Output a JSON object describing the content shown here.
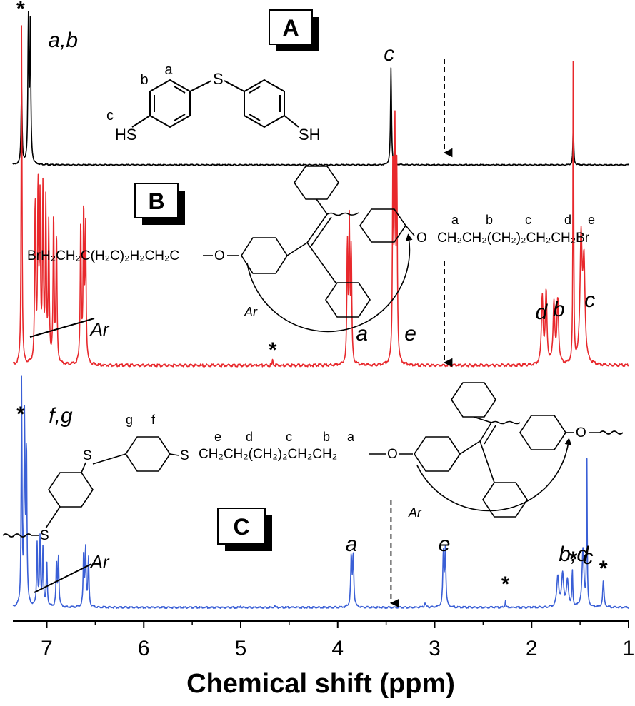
{
  "chart_data": {
    "type": "line",
    "xlabel": "Chemical shift (ppm)",
    "xlim": [
      7.35,
      1.0
    ],
    "x_reversed": true,
    "x_ticks": [
      "7",
      "6",
      "5",
      "4",
      "3",
      "2",
      "1"
    ],
    "x_tick_values": [
      7,
      6,
      5,
      4,
      3,
      2,
      1
    ],
    "grid": false,
    "series": [
      {
        "name": "A",
        "color": "#000000",
        "peaks": [
          {
            "ppm": 7.26,
            "height": 0.55,
            "width": 0.006
          },
          {
            "ppm": 7.19,
            "height": 1.0,
            "width": 0.006
          },
          {
            "ppm": 7.17,
            "height": 0.96,
            "width": 0.006
          },
          {
            "ppm": 3.45,
            "height": 0.68,
            "width": 0.006
          },
          {
            "ppm": 1.57,
            "height": 0.27,
            "width": 0.005
          }
        ],
        "peak_labels": [
          {
            "ppm": 7.27,
            "text": "*",
            "kind": "star"
          },
          {
            "ppm": 7.06,
            "text": "a,b",
            "kind": "italic"
          },
          {
            "ppm": 3.47,
            "text": "c",
            "kind": "italic"
          }
        ],
        "structure_labels": [
          "a",
          "b",
          "c",
          "HS",
          "S",
          "SH"
        ]
      },
      {
        "name": "B",
        "color": "#e8282c",
        "peaks": [
          {
            "ppm": 7.26,
            "height": 1.0,
            "width": 0.005
          },
          {
            "ppm": 7.12,
            "height": 0.48,
            "width": 0.006
          },
          {
            "ppm": 7.09,
            "height": 0.52,
            "width": 0.006
          },
          {
            "ppm": 7.07,
            "height": 0.45,
            "width": 0.006
          },
          {
            "ppm": 7.04,
            "height": 0.5,
            "width": 0.006
          },
          {
            "ppm": 7.01,
            "height": 0.46,
            "width": 0.006
          },
          {
            "ppm": 6.98,
            "height": 0.4,
            "width": 0.006
          },
          {
            "ppm": 6.93,
            "height": 0.44,
            "width": 0.006
          },
          {
            "ppm": 6.9,
            "height": 0.38,
            "width": 0.006
          },
          {
            "ppm": 6.65,
            "height": 0.42,
            "width": 0.006
          },
          {
            "ppm": 6.62,
            "height": 0.45,
            "width": 0.006
          },
          {
            "ppm": 6.6,
            "height": 0.4,
            "width": 0.006
          },
          {
            "ppm": 4.67,
            "height": 0.02,
            "width": 0.004
          },
          {
            "ppm": 3.9,
            "height": 0.35,
            "width": 0.006
          },
          {
            "ppm": 3.88,
            "height": 0.4,
            "width": 0.006
          },
          {
            "ppm": 3.86,
            "height": 0.33,
            "width": 0.006
          },
          {
            "ppm": 3.43,
            "height": 0.6,
            "width": 0.006
          },
          {
            "ppm": 3.41,
            "height": 0.66,
            "width": 0.006
          },
          {
            "ppm": 3.39,
            "height": 0.55,
            "width": 0.006
          },
          {
            "ppm": 1.89,
            "height": 0.2,
            "width": 0.01
          },
          {
            "ppm": 1.85,
            "height": 0.21,
            "width": 0.01
          },
          {
            "ppm": 1.77,
            "height": 0.18,
            "width": 0.01
          },
          {
            "ppm": 1.73,
            "height": 0.19,
            "width": 0.01
          },
          {
            "ppm": 1.57,
            "height": 1.0,
            "width": 0.004
          },
          {
            "ppm": 1.49,
            "height": 0.36,
            "width": 0.013
          },
          {
            "ppm": 1.46,
            "height": 0.28,
            "width": 0.013
          }
        ],
        "peak_labels": [
          {
            "ppm": 4.67,
            "text": "*",
            "kind": "star"
          },
          {
            "ppm": 3.75,
            "text": "a",
            "kind": "italic"
          },
          {
            "ppm": 3.25,
            "text": "e",
            "kind": "italic"
          },
          {
            "ppm": 1.9,
            "text": "d",
            "kind": "italic"
          },
          {
            "ppm": 1.72,
            "text": "b",
            "kind": "italic"
          },
          {
            "ppm": 1.4,
            "text": "c",
            "kind": "italic"
          },
          {
            "ppm": 6.55,
            "text": "Ar",
            "kind": "italic"
          }
        ],
        "structure_labels": [
          "BrH₂CH₂C(H₂C)₂H₂CH₂C",
          "O",
          "O",
          "CH₂CH₂(CH₂)₂CH₂CH₂Br",
          "a",
          "b",
          "c",
          "d",
          "e",
          "Ar"
        ]
      },
      {
        "name": "C",
        "color": "#3a5fd6",
        "peaks": [
          {
            "ppm": 7.26,
            "height": 1.0,
            "width": 0.005
          },
          {
            "ppm": 7.23,
            "height": 0.82,
            "width": 0.006
          },
          {
            "ppm": 7.21,
            "height": 0.7,
            "width": 0.006
          },
          {
            "ppm": 7.1,
            "height": 0.28,
            "width": 0.006
          },
          {
            "ppm": 7.07,
            "height": 0.3,
            "width": 0.006
          },
          {
            "ppm": 7.04,
            "height": 0.26,
            "width": 0.006
          },
          {
            "ppm": 7.0,
            "height": 0.2,
            "width": 0.006
          },
          {
            "ppm": 6.9,
            "height": 0.2,
            "width": 0.006
          },
          {
            "ppm": 6.88,
            "height": 0.22,
            "width": 0.006
          },
          {
            "ppm": 6.62,
            "height": 0.24,
            "width": 0.006
          },
          {
            "ppm": 6.6,
            "height": 0.26,
            "width": 0.006
          },
          {
            "ppm": 6.57,
            "height": 0.22,
            "width": 0.006
          },
          {
            "ppm": 5.0,
            "height": 0.01,
            "width": 0.004
          },
          {
            "ppm": 4.65,
            "height": 0.01,
            "width": 0.004
          },
          {
            "ppm": 3.86,
            "height": 0.22,
            "width": 0.007
          },
          {
            "ppm": 3.84,
            "height": 0.23,
            "width": 0.007
          },
          {
            "ppm": 3.1,
            "height": 0.02,
            "width": 0.008
          },
          {
            "ppm": 2.91,
            "height": 0.24,
            "width": 0.007
          },
          {
            "ppm": 2.89,
            "height": 0.25,
            "width": 0.007
          },
          {
            "ppm": 2.27,
            "height": 0.03,
            "width": 0.004
          },
          {
            "ppm": 1.73,
            "height": 0.14,
            "width": 0.012
          },
          {
            "ppm": 1.68,
            "height": 0.15,
            "width": 0.012
          },
          {
            "ppm": 1.63,
            "height": 0.12,
            "width": 0.012
          },
          {
            "ppm": 1.58,
            "height": 0.16,
            "width": 0.005
          },
          {
            "ppm": 1.47,
            "height": 0.26,
            "width": 0.012
          },
          {
            "ppm": 1.43,
            "height": 0.65,
            "width": 0.004
          },
          {
            "ppm": 1.26,
            "height": 0.12,
            "width": 0.008
          }
        ],
        "peak_labels": [
          {
            "ppm": 7.27,
            "text": "*",
            "kind": "star"
          },
          {
            "ppm": 6.98,
            "text": "f,g",
            "kind": "italic"
          },
          {
            "ppm": 6.55,
            "text": "Ar",
            "kind": "italic"
          },
          {
            "ppm": 3.86,
            "text": "a",
            "kind": "italic"
          },
          {
            "ppm": 2.9,
            "text": "e",
            "kind": "italic"
          },
          {
            "ppm": 2.27,
            "text": "*",
            "kind": "star"
          },
          {
            "ppm": 1.72,
            "text": "b,d",
            "kind": "italic"
          },
          {
            "ppm": 1.57,
            "text": "*",
            "kind": "star"
          },
          {
            "ppm": 1.42,
            "text": "c",
            "kind": "italic"
          },
          {
            "ppm": 1.26,
            "text": "*",
            "kind": "star"
          }
        ],
        "structure_labels": [
          "g",
          "f",
          "S",
          "S",
          "S",
          "CH₂CH₂(CH₂)₂CH₂CH₂",
          "O",
          "O",
          "e",
          "d",
          "c",
          "b",
          "a",
          "Ar"
        ]
      }
    ],
    "dashed_arrows_ppm": [
      2.9,
      2.9,
      3.45
    ],
    "colors": {
      "A": "#000000",
      "B": "#e8282c",
      "C": "#3a5fd6"
    }
  }
}
